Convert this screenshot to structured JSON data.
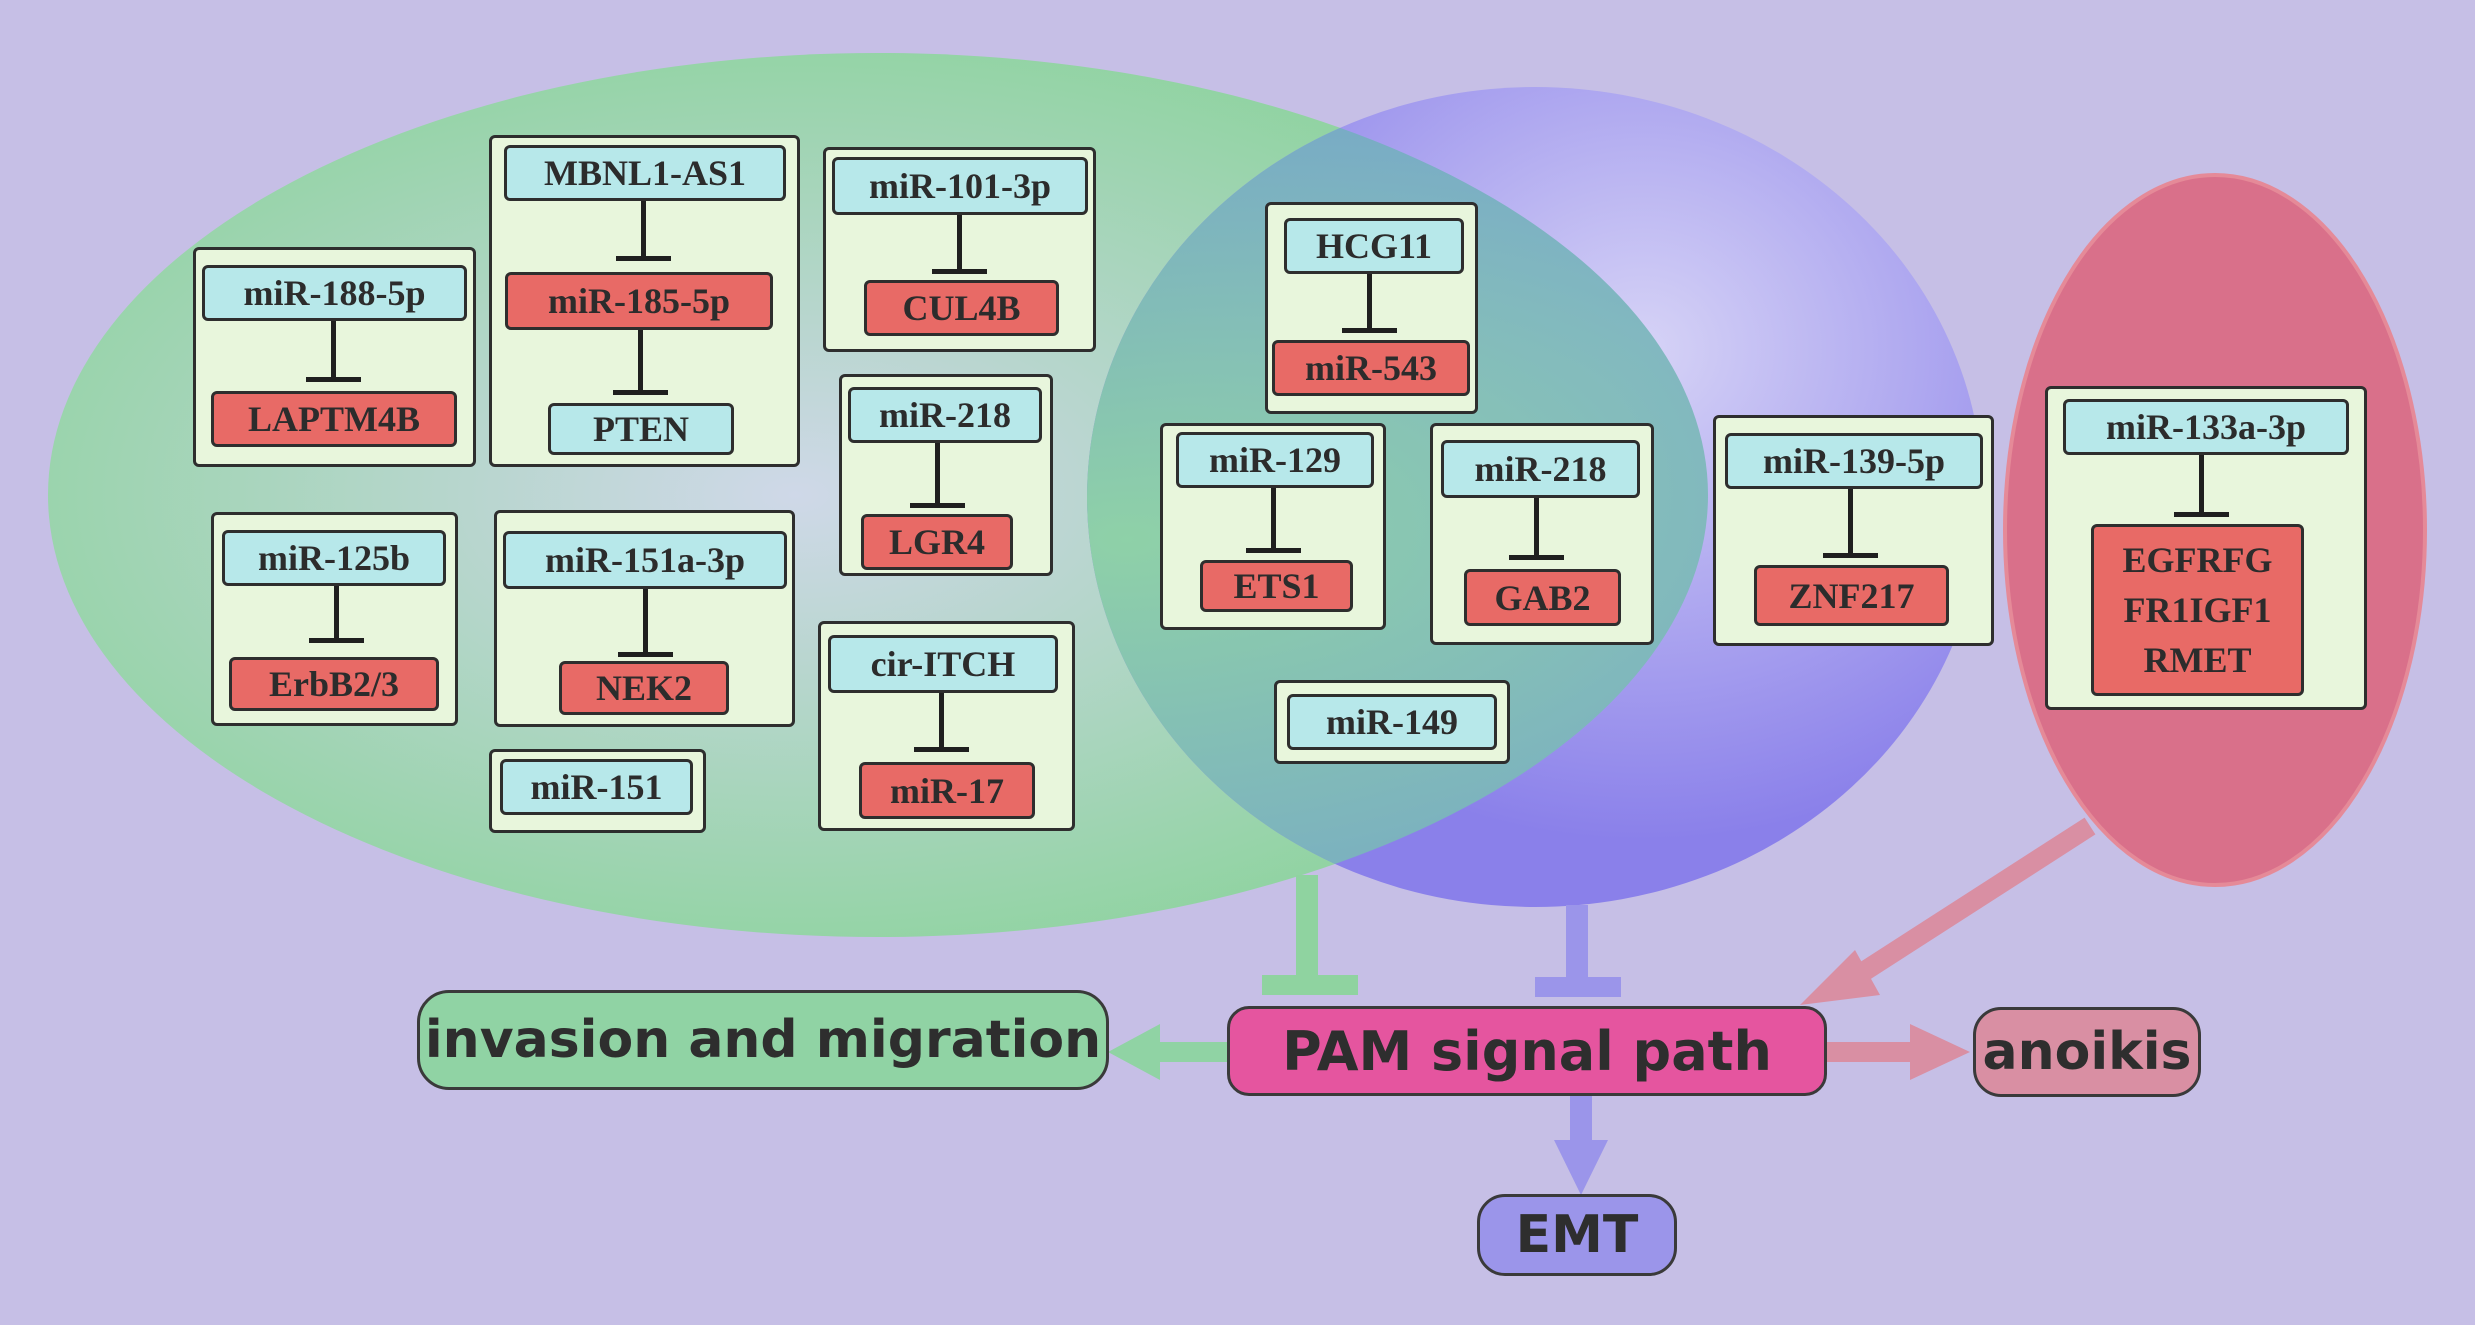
{
  "colors": {
    "background": "#c6bfe6",
    "green_ellipse": "#8fd3a0",
    "blue_ellipse": "#8f86ea",
    "red_ellipse": "#d9708a",
    "gene_box_fill": "#e8f6dc",
    "mirna_label": "#b7e8ea",
    "target_label": "#e86a66",
    "pam_fill": "#e5559f",
    "invasion_fill": "#90d3a4",
    "anoikis_fill": "#d98fa3",
    "emt_fill": "#9b95ea"
  },
  "pairs": {
    "p1": {
      "top": "miR-188-5p",
      "bottom": "LAPTM4B"
    },
    "p2": {
      "top": "MBNL1-AS1",
      "middle": "miR-185-5p",
      "bottom": "PTEN"
    },
    "p3": {
      "top": "miR-101-3p",
      "bottom": "CUL4B"
    },
    "p4": {
      "top": "miR-218",
      "bottom": "LGR4"
    },
    "p5": {
      "top": "miR-125b",
      "bottom": "ErbB2/3"
    },
    "p6": {
      "top": "miR-151a-3p",
      "bottom": "NEK2"
    },
    "p7": {
      "top": "cir-ITCH",
      "bottom": "miR-17"
    },
    "p8": {
      "top": "miR-151"
    },
    "p9": {
      "top": "HCG11",
      "bottom": "miR-543"
    },
    "p10": {
      "top": "miR-129",
      "bottom": "ETS1"
    },
    "p11": {
      "top": "miR-218",
      "bottom": "GAB2"
    },
    "p12": {
      "top": "miR-149"
    },
    "p13": {
      "top": "miR-139-5p",
      "bottom": "ZNF217"
    },
    "p14": {
      "top": "miR-133a-3p",
      "bottom": "EGFRFG\nFR1IGF1\nRMET"
    }
  },
  "outcomes": {
    "pam": "PAM signal path",
    "invasion": "invasion and migration",
    "anoikis": "anoikis",
    "emt": "EMT"
  }
}
